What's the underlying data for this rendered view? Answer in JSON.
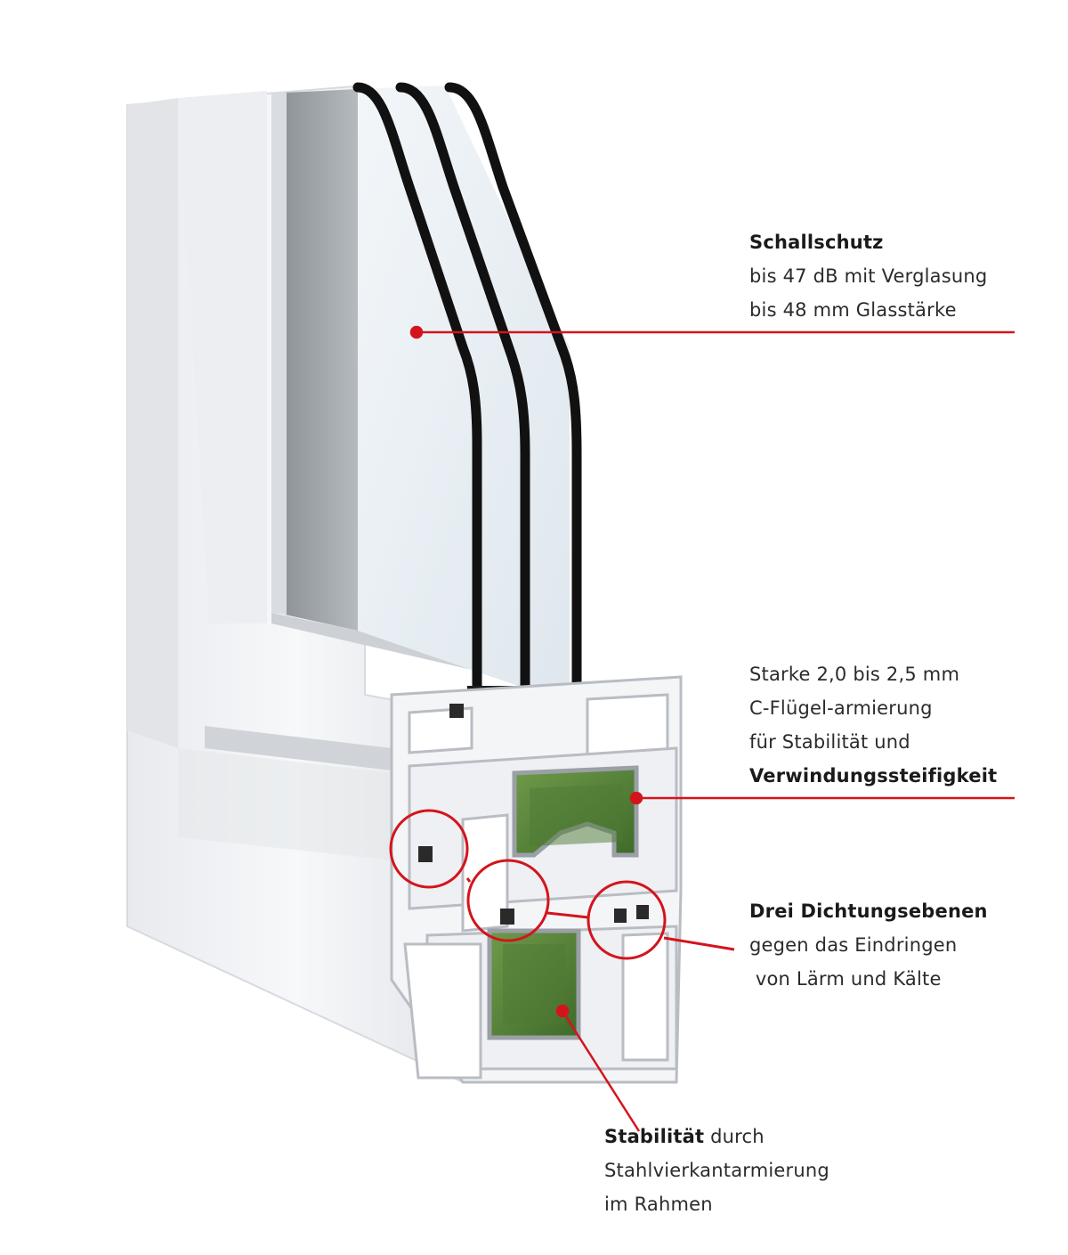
{
  "colors": {
    "accent": "#d4141c",
    "frame": "#f2f3f5",
    "glass": "#e8eef3",
    "steel_reinforcement": "#5a8a3a",
    "glass_edge": "#111111"
  },
  "callouts": {
    "soundproofing": {
      "title": "Schallschutz",
      "line1": "bis 47 dB mit Verglasung",
      "line2": "bis 48 mm Glasstärke"
    },
    "reinforcement": {
      "line1": "Starke 2,0 bis 2,5 mm",
      "line2": "C-Flügel-armierung",
      "line3": "für Stabilität und",
      "bold": "Verwindungssteifigkeit"
    },
    "seals": {
      "title": "Drei Dichtungsebenen",
      "line1": "gegen das Eindringen",
      "line2": " von Lärm und Kälte"
    },
    "stability": {
      "bold": "Stabilität",
      "rest": " durch",
      "line1": "Stahlvierkantarmierung",
      "line2": "im Rahmen"
    }
  }
}
